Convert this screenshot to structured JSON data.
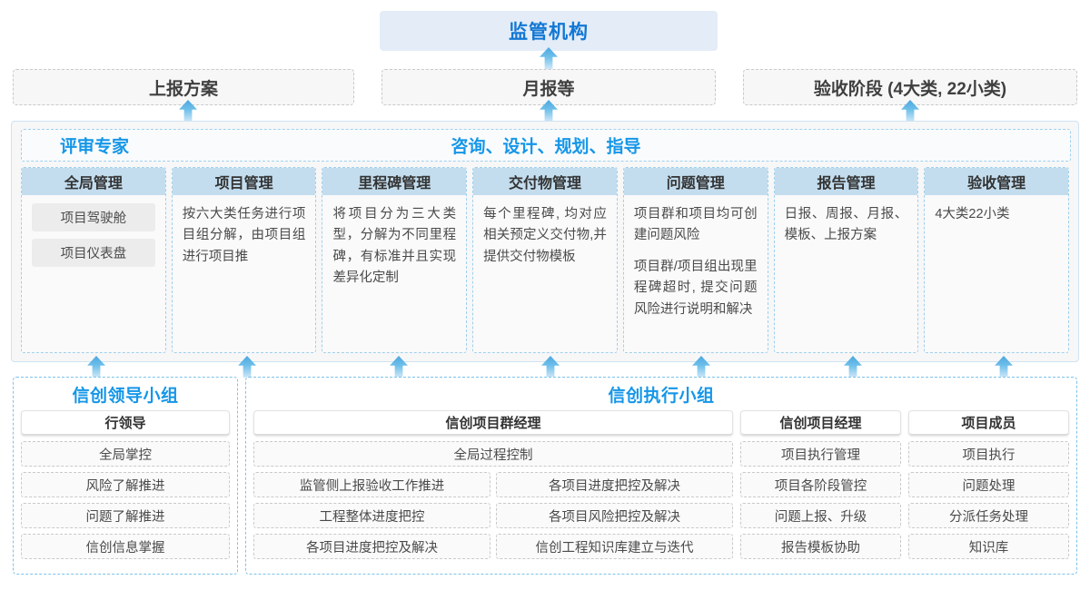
{
  "top": {
    "regulator": "监管机构",
    "boxes": [
      {
        "name": "report-plan",
        "label": "上报方案"
      },
      {
        "name": "monthly-report",
        "label": "月报等"
      },
      {
        "name": "acceptance-stage",
        "label": "验收阶段 (4大类, 22小类)"
      }
    ]
  },
  "middle": {
    "left_label": "评审专家",
    "center_label": "咨询、设计、规划、指导",
    "columns": [
      {
        "name": "global-management",
        "title": "全局管理",
        "pills": [
          "项目驾驶舱",
          "项目仪表盘"
        ],
        "paragraphs": []
      },
      {
        "name": "project-management",
        "title": "项目管理",
        "pills": [],
        "paragraphs": [
          "按六大类任务进行项目组分解，由项目组进行项目推"
        ]
      },
      {
        "name": "milestone-management",
        "title": "里程碑管理",
        "pills": [],
        "paragraphs": [
          "将项目分为三大类型，分解为不同里程碑，有标准并且实现差异化定制"
        ]
      },
      {
        "name": "deliverable-management",
        "title": "交付物管理",
        "pills": [],
        "paragraphs": [
          "每个里程碑, 均对应相关预定义交付物,并提供交付物模板"
        ]
      },
      {
        "name": "issue-management",
        "title": "问题管理",
        "pills": [],
        "paragraphs": [
          "项目群和项目均可创建问题风险",
          "项目群/项目组出现里程碑超时, 提交问题风险进行说明和解决"
        ]
      },
      {
        "name": "report-management",
        "title": "报告管理",
        "pills": [],
        "paragraphs": [
          "日报、周报、月报、模板、上报方案"
        ]
      },
      {
        "name": "acceptance-management",
        "title": "验收管理",
        "pills": [],
        "paragraphs": [
          "4大类22小类"
        ]
      }
    ]
  },
  "bottom": {
    "left_group": {
      "name": "leadership-group",
      "title": "信创领导小组",
      "roles": [
        {
          "name": "bank-leader",
          "head": "行领导",
          "items": [
            "全局掌控",
            "风险了解推进",
            "问题了解推进",
            "信创信息掌握"
          ]
        }
      ]
    },
    "right_group": {
      "name": "execution-group",
      "title": "信创执行小组",
      "roles": [
        {
          "name": "program-manager",
          "head": "信创项目群经理",
          "full_width_item": "全局过程控制",
          "left_items": [
            "监管侧上报验收工作推进",
            "工程整体进度把控",
            "各项目进度把控及解决"
          ],
          "right_items": [
            "各项目进度把控及解决",
            "各项目风险把控及解决",
            "信创工程知识库建立与迭代"
          ]
        },
        {
          "name": "project-manager",
          "head": "信创项目经理",
          "items": [
            "项目执行管理",
            "项目各阶段管控",
            "问题上报、升级",
            "报告模板协助"
          ]
        },
        {
          "name": "project-member",
          "head": "项目成员",
          "items": [
            "项目执行",
            "问题处理",
            "分派任务处理",
            "知识库"
          ]
        }
      ]
    }
  },
  "colors": {
    "accent_blue": "#1596e8",
    "regulator_bg": "#e3ecf7",
    "column_head_bg": "#c3ddee",
    "arrow_blue": "#4ca7e0"
  }
}
